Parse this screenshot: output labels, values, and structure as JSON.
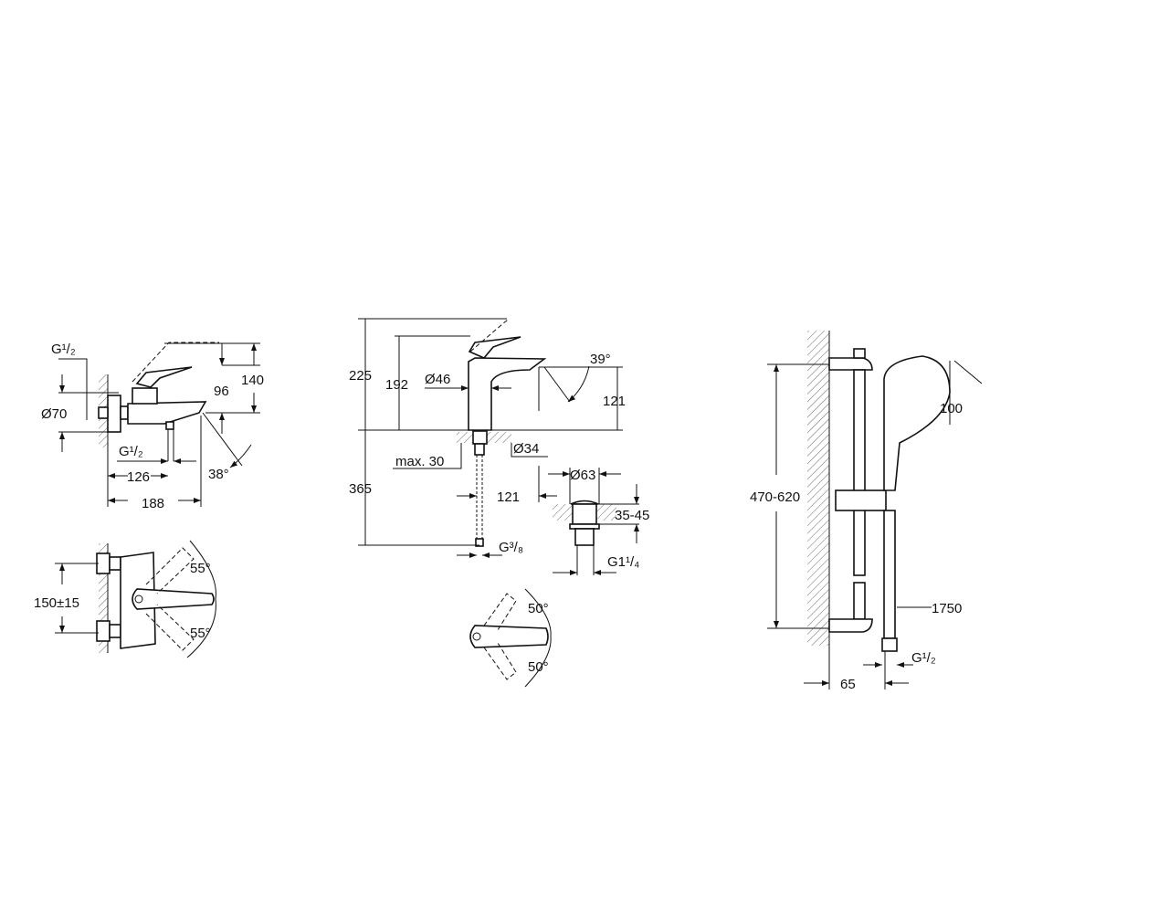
{
  "bath_mixer": {
    "side_labels": {
      "inlet_thread": "G¹/₂",
      "flange_diameter": "Ø70",
      "spout_height": "96",
      "total_height": "140",
      "outlet_thread": "G¹/₂",
      "outlet_distance": "126",
      "spout_angle": "38°",
      "projection": "188"
    },
    "top_labels": {
      "centres": "150±15",
      "angle_up": "55°",
      "angle_down": "55°"
    }
  },
  "basin_mixer": {
    "labels": {
      "max_height": "225",
      "spout_height": "192",
      "body_diameter": "Ø46",
      "lever_angle": "39°",
      "spout_clearance": "121",
      "max_deck": "max. 30",
      "hole_diameter": "Ø34",
      "waste_diameter": "Ø63",
      "below_deck": "365",
      "spout_reach": "121",
      "waste_range": "35-45",
      "hose_thread": "G³/₈",
      "waste_thread": "G1¹/₄"
    },
    "top_labels": {
      "angle_up": "50°",
      "angle_down": "50°"
    }
  },
  "shower_rail": {
    "labels": {
      "head_diameter": "100",
      "rail_range": "470-620",
      "hose_length": "1750",
      "hose_thread": "G¹/₂",
      "wall_distance": "65"
    }
  }
}
